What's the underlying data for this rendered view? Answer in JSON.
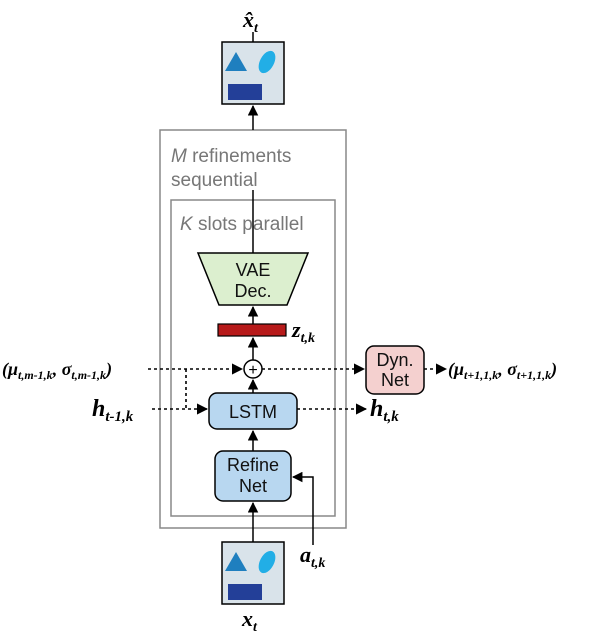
{
  "labels": {
    "x_hat": "x̂",
    "x_hat_sub": "t",
    "x_in": "x",
    "x_in_sub": "t",
    "outer_box_italic": "M",
    "outer_box_rest": " refinements",
    "outer_box_line2": "sequential",
    "inner_box_italic": "K",
    "inner_box_rest": " slots parallel",
    "vae_line1": "VAE",
    "vae_line2": "Dec.",
    "z": "z",
    "z_sub": "t,k",
    "plus": "+",
    "lstm": "LSTM",
    "refine_line1": "Refine",
    "refine_line2": "Net",
    "dyn_line1": "Dyn.",
    "dyn_line2": "Net",
    "prior_in": "(μ",
    "prior_in_sub1": "t,m-1,k",
    "prior_in_mid": ", σ",
    "prior_in_sub2": "t,m-1,k",
    "prior_in_close": ")",
    "prior_out": "(μ",
    "prior_out_sub1": "t+1,1,k",
    "prior_out_mid": ", σ",
    "prior_out_sub2": "t+1,1,k",
    "prior_out_close": ")",
    "h_prev": "h",
    "h_prev_sub": "t-1,k",
    "h_next": "h",
    "h_next_sub": "t,k",
    "a": "a",
    "a_sub": "t,k"
  },
  "colors": {
    "image_bg": "#d9e3ea",
    "triangle": "#1f7fbf",
    "ellipse": "#22aee6",
    "rect_shape": "#233f98",
    "vae_fill": "#dcefcf",
    "z_bar": "#b71a1a",
    "blue_box": "#b8d7f0",
    "dyn_box": "#f4d0cf",
    "frame": "#888888"
  }
}
